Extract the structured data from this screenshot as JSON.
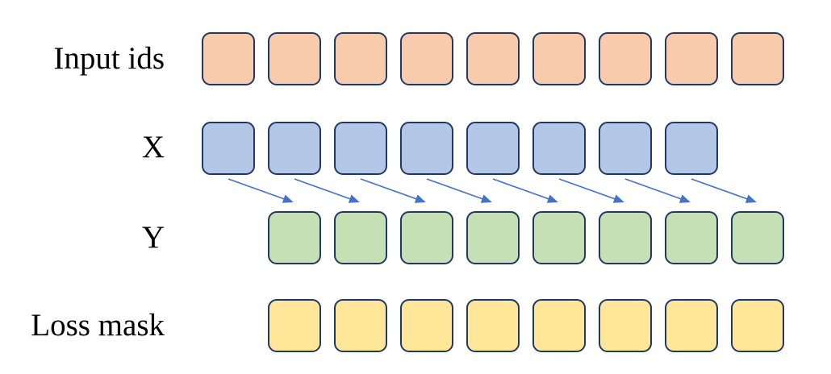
{
  "diagram": {
    "background": "#FFFFFF",
    "token_border_color": "#203864",
    "arrow_color": "#4472C4",
    "rows": [
      {
        "id": "input-ids",
        "label": "Input ids",
        "count": 9,
        "fill": "#F8CBAD",
        "offset": 0
      },
      {
        "id": "x",
        "label": "X",
        "count": 8,
        "fill": "#B4C7E7",
        "offset": 0
      },
      {
        "id": "y",
        "label": "Y",
        "count": 8,
        "fill": "#C5E0B4",
        "offset": 1
      },
      {
        "id": "loss-mask",
        "label": "Loss mask",
        "count": 8,
        "fill": "#FFE699",
        "offset": 1
      }
    ],
    "arrows": {
      "count": 8,
      "from_row": "X",
      "to_row": "Y",
      "direction": "down-right"
    }
  }
}
